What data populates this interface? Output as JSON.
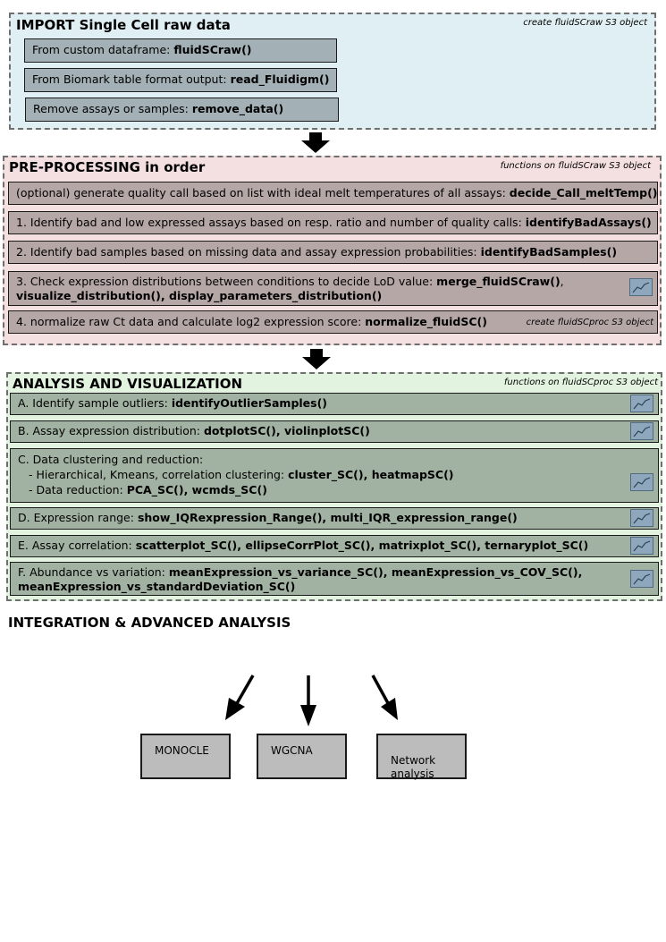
{
  "import": {
    "title": "IMPORT Single Cell raw data",
    "note": "create fluidSCraw S3 object",
    "items": [
      {
        "text": "From custom dataframe:   ",
        "fn": "fluidSCraw()"
      },
      {
        "text": "From Biomark table format output: ",
        "fn": "read_Fluidigm()"
      },
      {
        "text": "Remove assays or samples: ",
        "fn": "remove_data()"
      }
    ]
  },
  "preprocessing": {
    "title": "PRE-PROCESSING in order",
    "note": "functions on fluidSCraw S3 object",
    "items": [
      {
        "text": "(optional) generate quality call based on list with ideal melt temperatures of all assays: ",
        "fn": "decide_Call_meltTemp()"
      },
      {
        "text": "1. Identify bad and low expressed assays based on resp. ratio and number of quality calls: ",
        "fn": "identifyBadAssays()"
      },
      {
        "text": "2. Identify bad samples based on missing data and assay expression probabilities: ",
        "fn": "identifyBadSamples()"
      },
      {
        "text": "3. Check expression distributions between conditions to decide LoD value: ",
        "fn": "merge_fluidSCraw()",
        "text2": ",",
        "fn2": "visualize_distribution(), display_parameters_distribution()"
      },
      {
        "text": "4. normalize raw Ct data and calculate log2 expression score: ",
        "fn": "normalize_fluidSC()",
        "note": "create fluidSCproc S3 object"
      }
    ]
  },
  "analysis": {
    "title": "ANALYSIS AND VISUALIZATION",
    "note": "functions on fluidSCproc S3 object",
    "items": [
      {
        "text": "A. Identify sample outliers: ",
        "fn": "identifyOutlierSamples()"
      },
      {
        "text": "B. Assay expression distribution: ",
        "fn": "dotplotSC(), violinplotSC()"
      },
      {
        "text": "C. Data clustering and reduction:",
        "sub1": "- Hierarchical, Kmeans, correlation clustering: ",
        "sub1fn": "cluster_SC(), heatmapSC()",
        "sub2": "- Data reduction: ",
        "sub2fn": "PCA_SC(), wcmds_SC()"
      },
      {
        "text": "D. Expression range: ",
        "fn": "show_IQRexpression_Range(), multi_IQR_expression_range()"
      },
      {
        "text": "E. Assay correlation: ",
        "fn": "scatterplot_SC(), ellipseCorrPlot_SC(), matrixplot_SC(), ternaryplot_SC()"
      },
      {
        "text": "F. Abundance vs variation: ",
        "fn": "meanExpression_vs_variance_SC(), meanExpression_vs_COV_SC(),",
        "fn2": "meanExpression_vs_standardDeviation_SC()"
      }
    ]
  },
  "integration": {
    "title": "INTEGRATION & ADVANCED ANALYSIS",
    "boxes": [
      {
        "label": "MONOCLE"
      },
      {
        "label": "WGCNA"
      },
      {
        "label": "Network\nanalysis"
      }
    ]
  },
  "colors": {
    "import_bg": "#e0eff3",
    "pre_bg": "#f4e0e1",
    "analysis_bg": "#e2f4df"
  },
  "icons": {
    "chart": "line-chart-icon",
    "arrow": "arrow-down-icon"
  }
}
